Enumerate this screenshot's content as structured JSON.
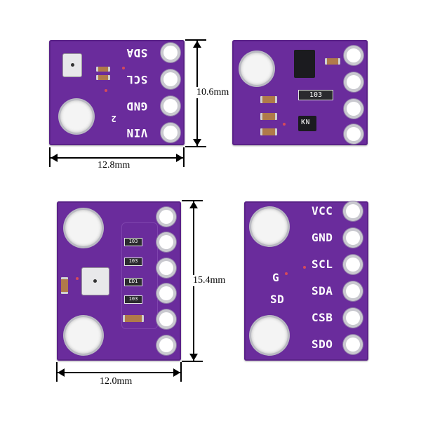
{
  "modules": {
    "top_left": {
      "pins": [
        "SDA",
        "SCL",
        "GND",
        "VIN"
      ],
      "aux_label": "2"
    },
    "top_right": {
      "chip_label": "103",
      "chip2_label": "KN"
    },
    "bottom_left": {
      "resistors": [
        "103",
        "103",
        "ED1",
        "103"
      ]
    },
    "bottom_right": {
      "pins": [
        "VCC",
        "GND",
        "SCL",
        "SDA",
        "CSB",
        "SDO"
      ],
      "side_labels": [
        "G",
        "SD"
      ]
    }
  },
  "dimensions": {
    "top_width": "12.8mm",
    "top_height": "10.6mm",
    "bottom_width": "12.0mm",
    "bottom_height": "15.4mm"
  },
  "colors": {
    "pcb": "#6a2c9c",
    "pad": "#ffffff",
    "silk": "#ffffff"
  }
}
